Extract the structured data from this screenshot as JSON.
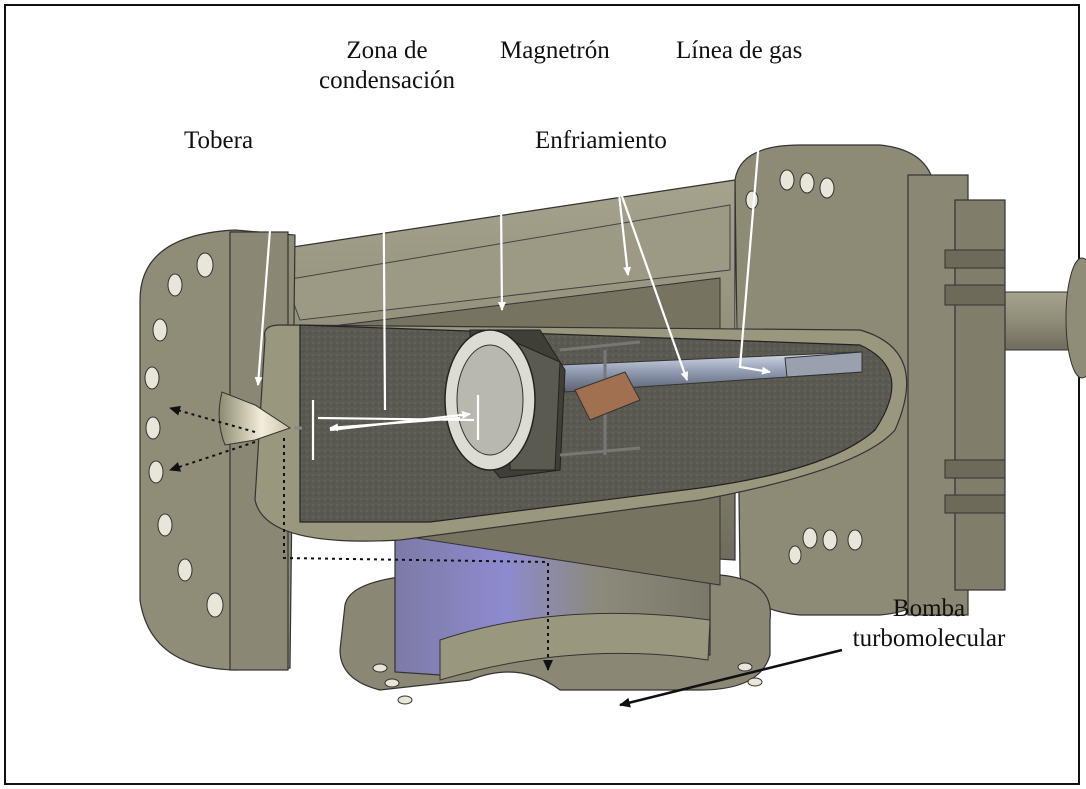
{
  "labels": {
    "tobera": "Tobera",
    "zona_line1": "Zona de",
    "zona_line2": "condensación",
    "magnetron": "Magnetrón",
    "linea_gas": "Línea de gas",
    "enfriamiento": "Enfriamiento",
    "bomba_line1": "Bomba",
    "bomba_line2": "turbomolecular"
  },
  "colors": {
    "shell": "#8f8c78",
    "shell_dark": "#5f5d50",
    "shell_light": "#b3b09c",
    "interior": "#56564e",
    "pump_blue": "#8a86c4",
    "arrow_white": "#ffffff"
  }
}
